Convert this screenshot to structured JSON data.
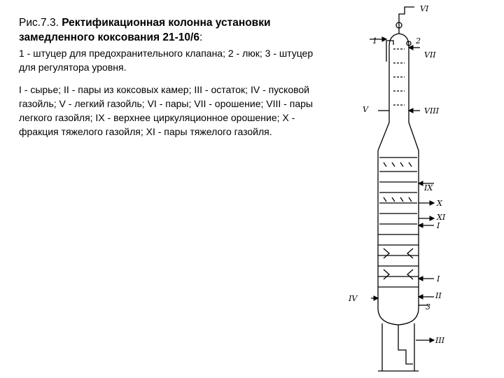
{
  "caption": {
    "figure_number": "Рис.7.3.",
    "title": "Ректификационная колонна установки замедленного коксования 21-10/6",
    "title_suffix": ":",
    "legend_parts": "1 - штуцер для предохранительного клапана; 2 - люк; 3 - штуцер для регулятора уровня.",
    "legend_streams": "I - сырье; II - пары из коксовых камер; III - остаток; IV - пусковой газойль; V - легкий газойль; VI - пары; VII - орошение; VIII - пары легкого газойля; IX - верхнее циркуляционное орошение; X - фракция тяжелого газойля; XI - пары тяжелого газойля."
  },
  "diagram": {
    "labels": {
      "vi": "VI",
      "part1": "1",
      "part2": "2",
      "vii": "VII",
      "v": "V",
      "viii": "VIII",
      "ix": "IX",
      "x": "X",
      "xi": "XI",
      "i_upper": "I",
      "i_lower": "I",
      "ii": "II",
      "iv": "IV",
      "part3": "3",
      "iii": "III"
    }
  }
}
